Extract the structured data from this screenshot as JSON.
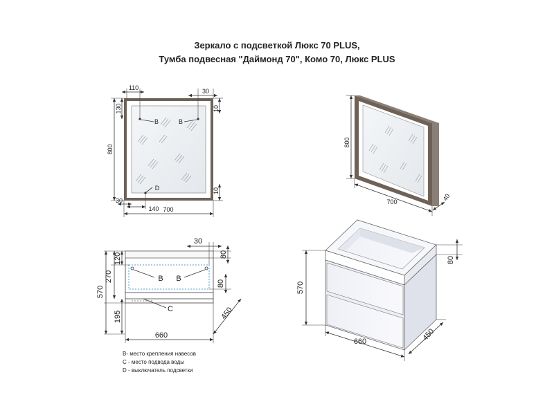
{
  "title": {
    "line1": "Зеркало с подсветкой Люкс 70 PLUS,",
    "line2": "Тумба подвесная \"Даймонд 70\", Комо 70, Люкс PLUS"
  },
  "mirror_front": {
    "dim_top_left": "110",
    "dim_top_right": "30",
    "dim_left_top": "130",
    "dim_height": "800",
    "dim_right_top": "10",
    "dim_right_bottom": "10",
    "dim_bottom_left": "30",
    "dim_bottom_mid": "140",
    "dim_width": "700",
    "marker_b1": "B",
    "marker_b2": "B",
    "marker_d": "D"
  },
  "mirror_iso": {
    "dim_height": "800",
    "dim_width": "700",
    "dim_depth": "40"
  },
  "cabinet_front": {
    "dim_top_right": "30",
    "dim_right_top": "80",
    "dim_left_top": "120",
    "dim_left_mid": "270",
    "dim_right_mid": "80",
    "dim_height": "570",
    "dim_left_bottom": "195",
    "dim_depth": "450",
    "dim_width": "660",
    "marker_b1": "B",
    "marker_b2": "B",
    "marker_c": "C"
  },
  "cabinet_iso": {
    "dim_height": "570",
    "dim_top": "80",
    "dim_width": "660",
    "dim_depth": "450"
  },
  "legend": {
    "b": "B- место крепления навесов",
    "c": "C - место подвода воды",
    "d": "D - выключатель подсветки"
  }
}
